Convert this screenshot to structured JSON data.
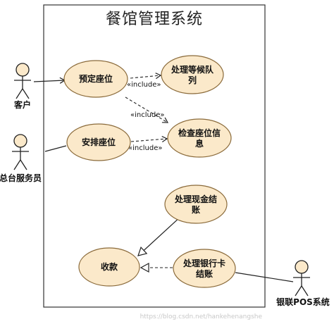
{
  "system": {
    "title": "餐馆管理系统"
  },
  "actors": {
    "customer": "客户",
    "host": "总台服务员",
    "pos": "银联POS系统"
  },
  "use_cases": {
    "reserve": [
      "预定座位"
    ],
    "waitlist": [
      "处理等候队",
      "列"
    ],
    "arrange": [
      "安排座位"
    ],
    "check_seat": [
      "检查座位信",
      "息"
    ],
    "cash": [
      "处理现金结",
      "账"
    ],
    "collect": [
      "收款"
    ],
    "card": [
      "处理银行卡",
      "结账"
    ]
  },
  "relations": {
    "include_label": "«include»"
  },
  "watermark": "https://blog.csdn.net/hankehenangshe",
  "colors": {
    "usecase_fill": "#fbe9ca",
    "usecase_stroke": "#8a6a3a",
    "actor_fill": "#fbe9ca",
    "line": "#222222"
  }
}
